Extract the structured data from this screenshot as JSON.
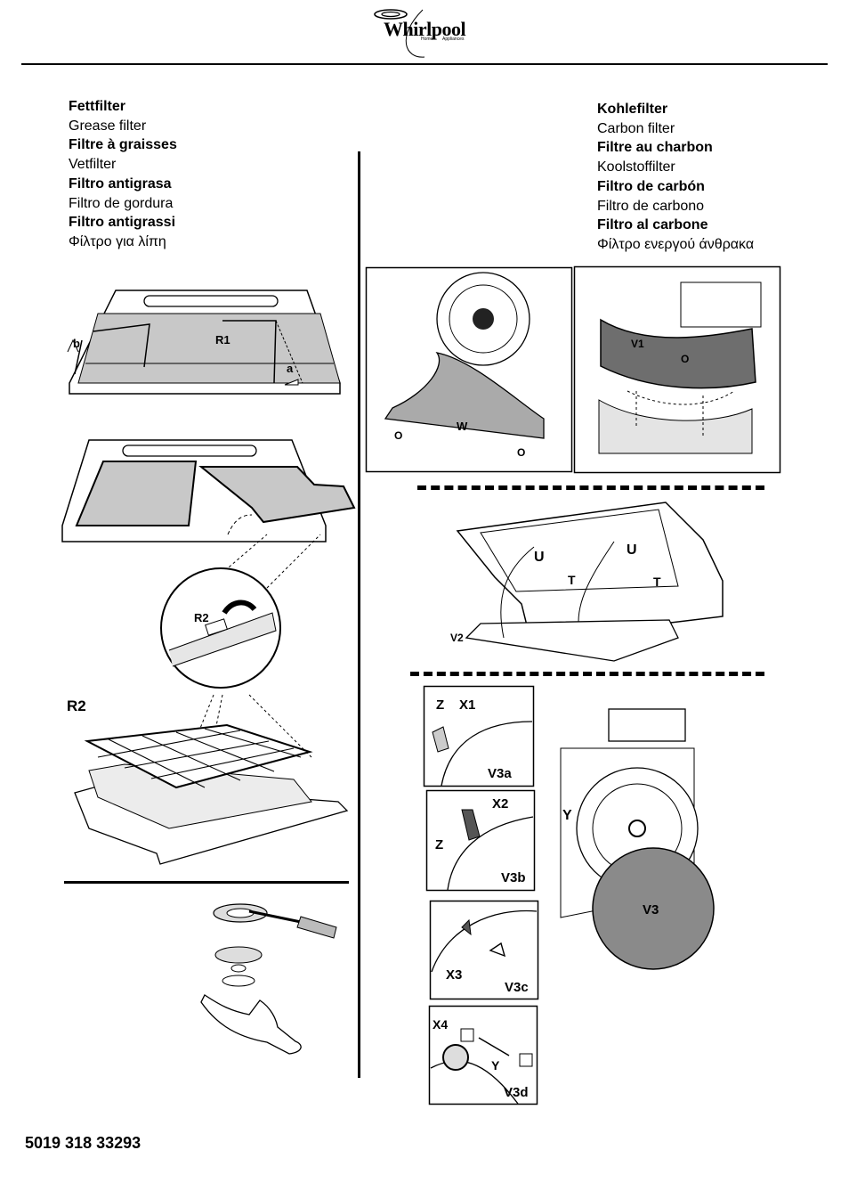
{
  "header": {
    "brand": "Whirlpool",
    "sub_left": "Home",
    "sub_right": "Appliances"
  },
  "grease": {
    "lines": [
      {
        "text": "Fettfilter",
        "bold": true
      },
      {
        "text": "Grease filter",
        "bold": false
      },
      {
        "text": "Filtre à graisses",
        "bold": true
      },
      {
        "text": "Vetfilter",
        "bold": false
      },
      {
        "text": "Filtro antigrasa",
        "bold": true
      },
      {
        "text": "Filtro de gordura",
        "bold": false
      },
      {
        "text": "Filtro antigrassi",
        "bold": true
      },
      {
        "text": "Φίλτρο για λίπη",
        "bold": false
      }
    ],
    "labels": {
      "r1": "R1",
      "a": "a",
      "b": "b",
      "r2": "R2",
      "r2_big": "R2"
    }
  },
  "carbon": {
    "lines": [
      {
        "text": "Kohlefilter",
        "bold": true
      },
      {
        "text": "Carbon filter",
        "bold": false
      },
      {
        "text": "Filtre au charbon",
        "bold": true
      },
      {
        "text": "Koolstoffilter",
        "bold": false
      },
      {
        "text": "Filtro de carbón",
        "bold": true
      },
      {
        "text": "Filtro de carbono",
        "bold": false
      },
      {
        "text": "Filtro al carbone",
        "bold": true
      },
      {
        "text": "Φίλτρο ενεργού άνθρακα",
        "bold": false
      }
    ],
    "labels": {
      "o": "O",
      "w": "W",
      "v1": "V1",
      "u": "U",
      "t": "T",
      "v2": "V2",
      "z": "Z",
      "x1": "X1",
      "v3a": "V3a",
      "x2": "X2",
      "v3b": "V3b",
      "x3": "X3",
      "v3c": "V3c",
      "x4": "X4",
      "y": "Y",
      "v3d": "V3d",
      "v3": "V3"
    }
  },
  "footer": {
    "code": "5019 318 33293"
  },
  "colors": {
    "filter_gray": "#c8c8c8",
    "dark_gray": "#6e6e6e",
    "disc_gray": "#8a8a8a",
    "line": "#000000"
  }
}
